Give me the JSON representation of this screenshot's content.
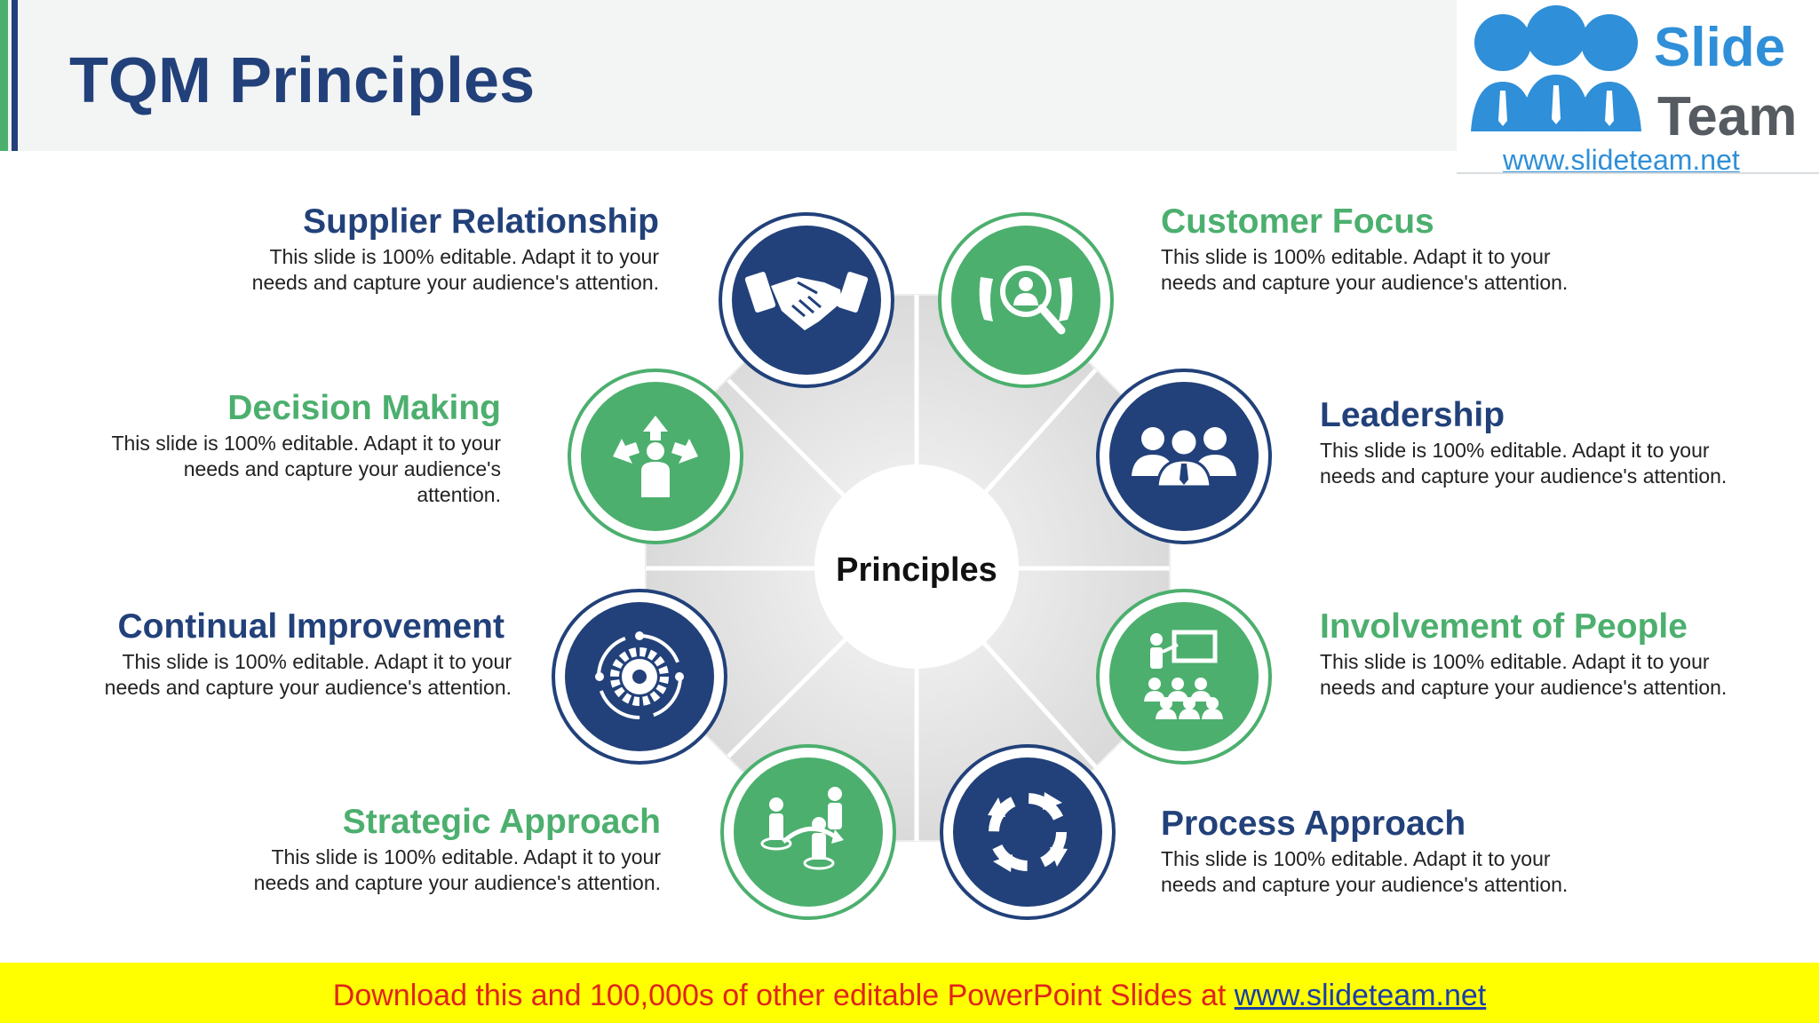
{
  "slide": {
    "title": "TQM Principles"
  },
  "logo": {
    "word1": "Slide",
    "word2": "Team",
    "url": "www.slideteam.net"
  },
  "center_label": "Principles",
  "principles": [
    {
      "title": "Supplier Relationship",
      "desc": "This slide is 100% editable. Adapt it to your needs and capture your audience's attention.",
      "color": "#22417a",
      "icon": "handshake-icon"
    },
    {
      "title": "Customer Focus",
      "desc": "This slide is 100% editable. Adapt it to your needs and capture your audience's attention.",
      "color": "#4caf6e",
      "icon": "customer-search-icon"
    },
    {
      "title": "Leadership",
      "desc": "This slide is 100% editable. Adapt it to your needs and capture your audience's attention.",
      "color": "#22417a",
      "icon": "team-leader-icon"
    },
    {
      "title": "Involvement of People",
      "desc": "This slide is 100% editable. Adapt it to your needs and capture your audience's attention.",
      "color": "#4caf6e",
      "icon": "presentation-audience-icon"
    },
    {
      "title": "Process Approach",
      "desc": "This slide is 100% editable. Adapt it to your needs and capture your audience's attention.",
      "color": "#22417a",
      "icon": "cycle-arrows-icon"
    },
    {
      "title": "Strategic Approach",
      "desc": "This slide is 100% editable. Adapt it to your needs and capture your audience's attention.",
      "color": "#4caf6e",
      "icon": "strategy-people-icon"
    },
    {
      "title": "Continual Improvement",
      "desc": "This slide is 100% editable. Adapt it to your needs and capture your audience's attention.",
      "color": "#22417a",
      "icon": "gear-cycle-icon"
    },
    {
      "title": "Decision Making",
      "desc": "This slide is 100% editable. Adapt it to your needs and capture your audience's attention.",
      "color": "#4caf6e",
      "icon": "decision-arrows-icon"
    }
  ],
  "footer": {
    "text": "Download this and 100,000s of other editable PowerPoint Slides at ",
    "link": "www.slideteam.net"
  }
}
